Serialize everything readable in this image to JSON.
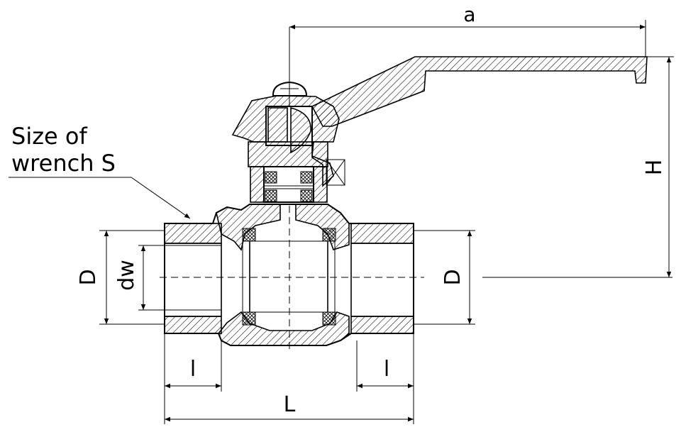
{
  "labels": {
    "a": "a",
    "H": "H",
    "D_left": "D",
    "D_right": "D",
    "dw": "dw",
    "l_left": "l",
    "l_right": "l",
    "L": "L",
    "wrench_line1": "Size of",
    "wrench_line2": "wrench S"
  }
}
